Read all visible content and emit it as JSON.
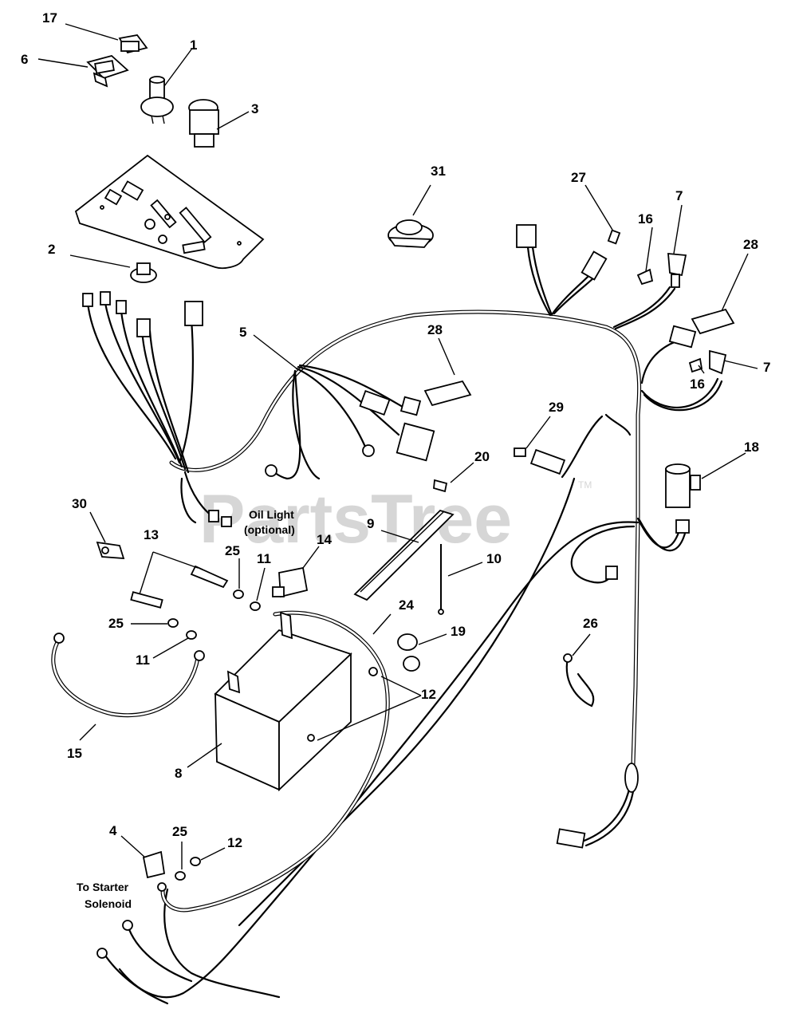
{
  "watermark": {
    "text": "PartsTree",
    "mark": "TM"
  },
  "notes": {
    "oil_light_line1": "Oil Light",
    "oil_light_line2": "(optional)",
    "starter_line1": "To Starter",
    "starter_line2": "Solenoid"
  },
  "callouts": {
    "c17": "17",
    "c6": "6",
    "c1": "1",
    "c3": "3",
    "c2": "2",
    "c31": "31",
    "c27": "27",
    "c7a": "7",
    "c16a": "16",
    "c28a": "28",
    "c7b": "7",
    "c16b": "16",
    "c5": "5",
    "c28b": "28",
    "c29": "29",
    "c20": "20",
    "c18": "18",
    "c9": "9",
    "c10": "10",
    "c30": "30",
    "c13": "13",
    "c14": "14",
    "c25a": "25",
    "c11a": "11",
    "c24": "24",
    "c19": "19",
    "c26": "26",
    "c25b": "25",
    "c11b": "11",
    "c12a": "12",
    "c15": "15",
    "c8": "8",
    "c4": "4",
    "c25c": "25",
    "c12b": "12"
  }
}
